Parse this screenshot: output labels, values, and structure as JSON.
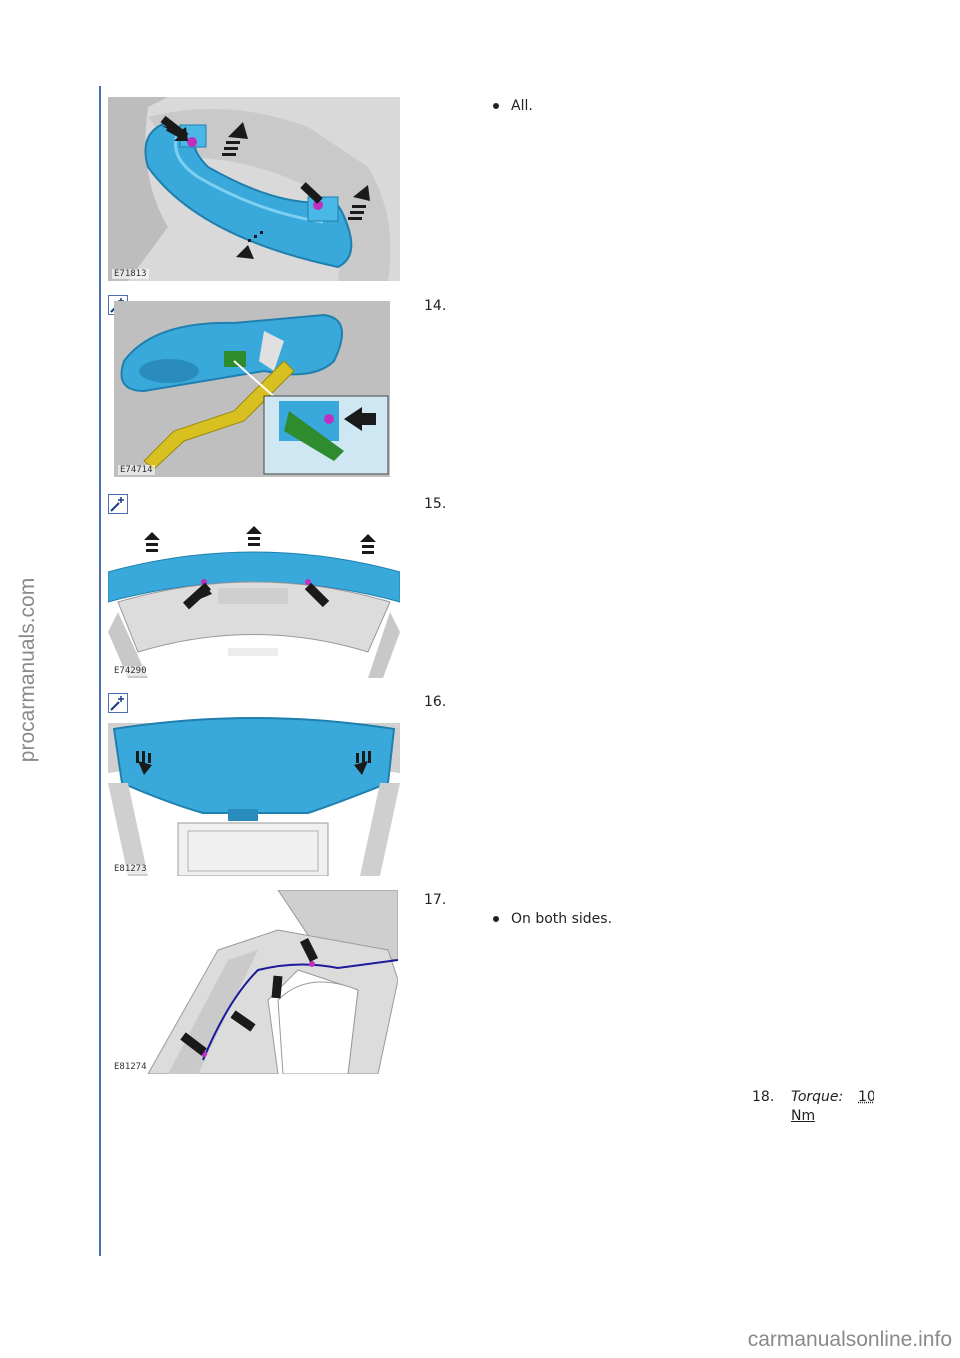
{
  "watermark_side": "procarmanuals.com",
  "watermark_footer": "carmanualsonline.info",
  "page_footer_faint": "",
  "figures": [
    {
      "code": "E71813",
      "icon": "zoom-plus-icon"
    },
    {
      "code": "E74714",
      "icon": "zoom-plus-icon"
    },
    {
      "code": "E74290",
      "icon": "zoom-plus-icon"
    },
    {
      "code": "E81273",
      "icon": "zoom-plus-icon"
    },
    {
      "code": "E81274",
      "icon": "zoom-plus-icon"
    }
  ],
  "steps": [
    {
      "number": "",
      "bullet": "All."
    },
    {
      "number": "14.",
      "bullet": ""
    },
    {
      "number": "15.",
      "bullet": ""
    },
    {
      "number": "16.",
      "bullet": ""
    },
    {
      "number": "17.",
      "bullet": "On both sides."
    }
  ],
  "torque": {
    "number": "18.",
    "label": "Torque:",
    "value": "10",
    "unit": "Nm"
  },
  "colors": {
    "part_highlight": "#39a9db",
    "rule": "#4a6fb3",
    "arrow": "#1a1a1a",
    "fastener": "#c030c0",
    "harness": "#d8c020"
  }
}
